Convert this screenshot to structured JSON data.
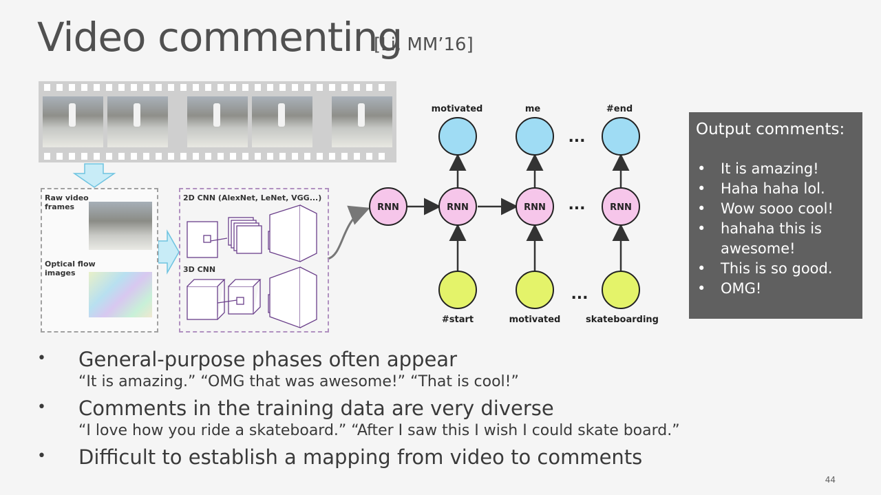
{
  "slide": {
    "title": "Video commenting",
    "citation": "[Li, MM’16]",
    "page_number": "44"
  },
  "input_panel": {
    "raw_label": "Raw video frames",
    "flow_label": "Optical flow images"
  },
  "cnn_panel": {
    "cnn2d_label": "2D CNN (AlexNet, LeNet, VGG...)",
    "cnn3d_label": "3D CNN"
  },
  "rnn_diagram": {
    "rnn_label": "RNN",
    "outputs": [
      "motivated",
      "me",
      "#end"
    ],
    "inputs": [
      "#start",
      "motivated",
      "skateboarding"
    ],
    "ellipsis": "..."
  },
  "output_comments": {
    "header": "Output comments:",
    "items": [
      "It is amazing!",
      "Haha haha lol.",
      "Wow sooo cool!",
      "hahaha this is awesome!",
      "This is so good.",
      "OMG!"
    ]
  },
  "bullets": [
    {
      "main": "General-purpose phases often appear",
      "sub": "“It is amazing.” “OMG that was awesome!” “That is cool!”"
    },
    {
      "main": "Comments in the training data are very diverse",
      "sub": "“I love how you ride a skateboard.” “After I saw this I wish I could skate board.”"
    },
    {
      "main": "Difficult to establish a mapping from video to comments",
      "sub": ""
    }
  ],
  "colors": {
    "output_node": "#9fdcf4",
    "rnn_node": "#f6c6ea",
    "input_node": "#e4f36a",
    "arrow_fill": "#c8ecf7"
  }
}
